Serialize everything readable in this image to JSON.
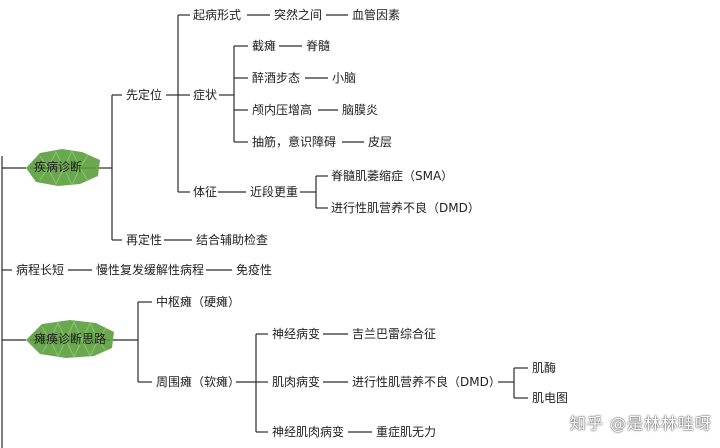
{
  "nodes": {
    "jibing_zhenduan": "疾病诊断",
    "xian_dingwei": "先定位",
    "zai_dingxing": "再定性",
    "qibing_xingshi": "起病形式",
    "turan_zhijian": "突然之间",
    "xueguan_yinsu": "血管因素",
    "zhengzhuang": "症状",
    "jietan": "截瘫",
    "jisui": "脊髓",
    "zuijiu_butai": "醉酒步态",
    "xiaonao": "小脑",
    "lunei_yazenggao": "颅内压增高",
    "naomoyan": "脑膜炎",
    "choujin_yishi": "抽筋，意识障碍",
    "pixia": "皮层",
    "tizheng": "体征",
    "jinduan_gengzhong": "近段更重",
    "sma": "脊髓肌萎缩症（SMA）",
    "dmd1": "进行性肌营养不良（DMD）",
    "jiehe_fuzhu": "结合辅助检查",
    "bingcheng": "病程长短",
    "manxing": "慢性复发缓解性病程",
    "mianyixing": "免疫性",
    "tanhuan_silu": "瘫痪诊断思路",
    "zhongshu_tan": "中枢瘫（硬瘫）",
    "zhouwei_tan": "周围瘫（软瘫）",
    "shenjing_bingbian": "神经病变",
    "jilan": "吉兰巴雷综合征",
    "jirou_bingbian": "肌肉病变",
    "dmd2": "进行性肌营养不良（DMD）",
    "jimei": "肌酶",
    "jidiantu": "肌电图",
    "shenjing_jirou": "神经肌肉病变",
    "zhongzheng": "重症肌无力"
  },
  "watermark": "知乎 @是林林哇呀",
  "colors": {
    "line": "#2b2b2b",
    "highlight": "#6aa84f",
    "highlight_dark": "#4e8a37"
  }
}
